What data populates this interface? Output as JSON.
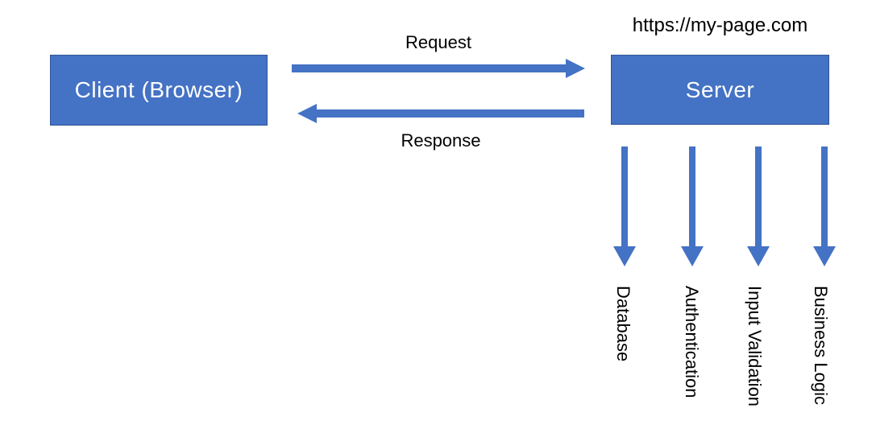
{
  "diagram": {
    "title_hint": "client-server-architecture",
    "client": {
      "label": "Client (Browser)"
    },
    "server": {
      "label": "Server",
      "url": "https://my-page.com"
    },
    "flows": {
      "request_label": "Request",
      "response_label": "Response"
    },
    "pipeline": {
      "items": [
        {
          "label": "Database"
        },
        {
          "label": "Authentication"
        },
        {
          "label": "Input Validation"
        },
        {
          "label": "Business Logic"
        }
      ]
    },
    "colors": {
      "shape_fill": "#4472C4",
      "shape_border": "#2F5597",
      "arrow": "#4472C4",
      "box_text": "#FFFFFF",
      "text": "#000000",
      "background": "#FFFFFF"
    }
  }
}
